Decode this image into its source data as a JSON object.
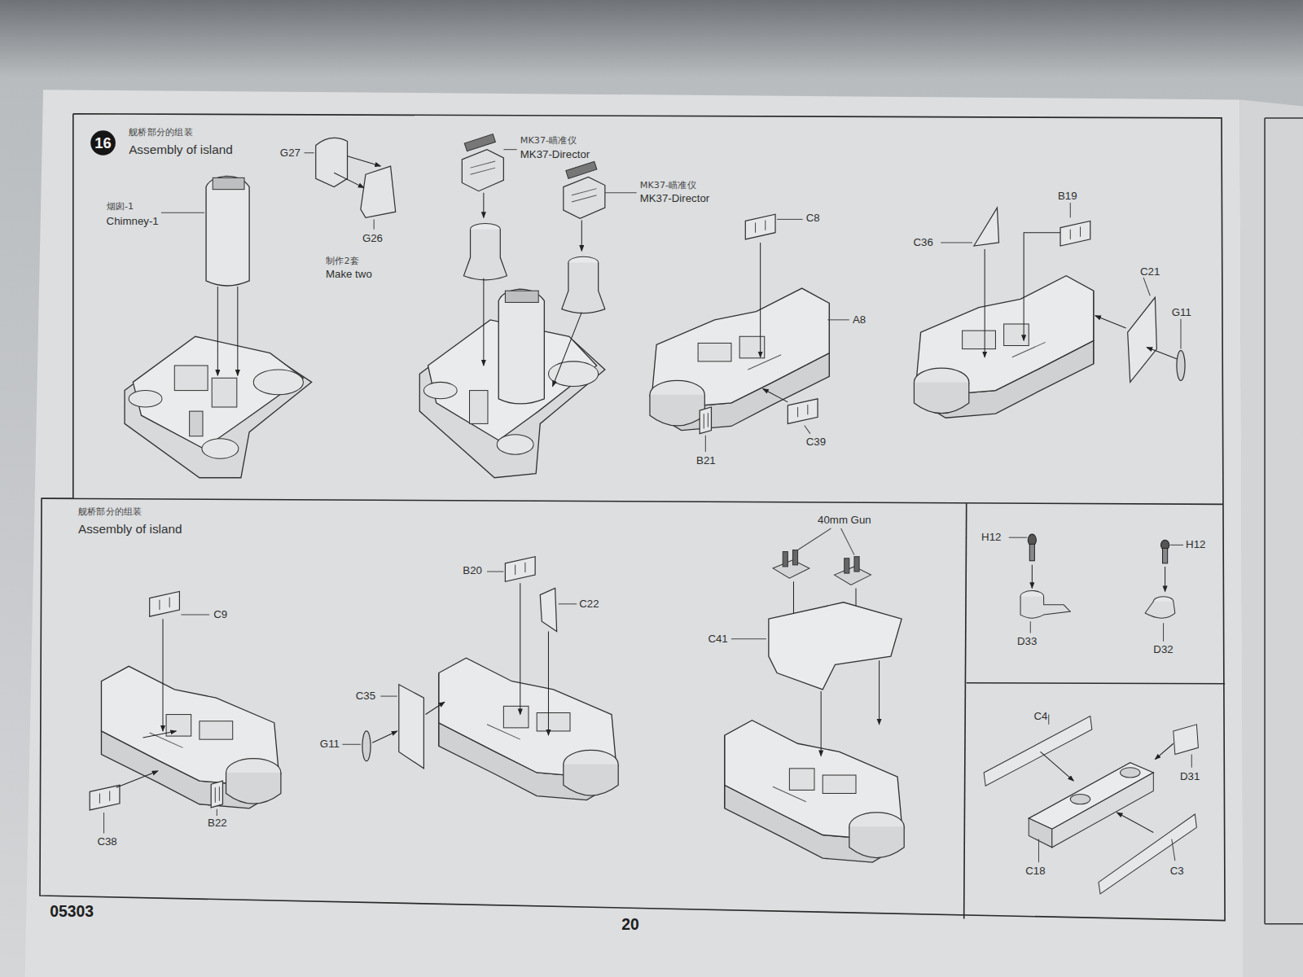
{
  "diagram": {
    "nodes": [
      {
        "text": [
          "16"
        ]
      }
    ],
    "labels": [
      "舰桥部分的组装",
      "Assembly of island",
      "烟囱-1",
      "Chimney-1",
      "G27",
      "G26",
      "制作2套",
      "Make two",
      "MK37-瞄准仪",
      "MK37-Director",
      "MK37-瞄准仪",
      "MK37-Director",
      "C8",
      "A8",
      "B21",
      "C39",
      "C36",
      "B19",
      "C21",
      "G11",
      "舰桥部分的组装",
      "Assembly of island",
      "C9",
      "C38",
      "B22",
      "B20",
      "C22",
      "C35",
      "G11",
      "40mm Gun",
      "C41",
      "H12",
      "H12",
      "D33",
      "D32",
      "C4",
      "D31",
      "C18",
      "C3",
      "05303",
      "20"
    ]
  }
}
